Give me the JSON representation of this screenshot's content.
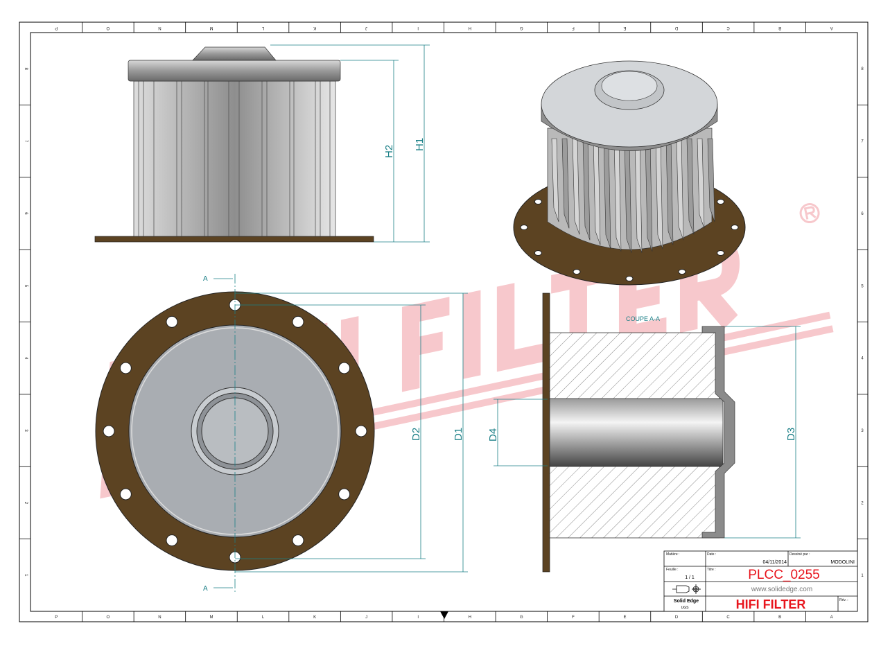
{
  "border": {
    "columns_bottom": [
      "P",
      "O",
      "N",
      "M",
      "L",
      "K",
      "J",
      "I",
      "H",
      "G",
      "F",
      "E",
      "D",
      "C",
      "B",
      "A"
    ],
    "rows_right": [
      "8",
      "7",
      "6",
      "5",
      "4",
      "3",
      "2",
      "1"
    ]
  },
  "dimensions": {
    "h1": "H1",
    "h2": "H2",
    "d1": "D1",
    "d2": "D2",
    "d3": "D3",
    "d4": "D4",
    "section_mark": "A",
    "section_title": "COUPE A-A"
  },
  "watermark": {
    "text": "HIFI FILTER",
    "registered": "®"
  },
  "title_block": {
    "material_label": "Matière :",
    "date_label": "Date :",
    "date_value": "04/11/2014",
    "drawn_by_label": "Dessiné par :",
    "drawn_by_value": "MODOLINI",
    "sheet_label": "Feuille :",
    "sheet_value": "1 / 1",
    "title_label": "Titre :",
    "title_value": "PLCC_0255",
    "website": "www.solidedge.com",
    "software": "Solid Edge",
    "software_sub": "UGS",
    "company": "HIFI FILTER",
    "rev_label": "Rév. :"
  },
  "colors": {
    "brown": "#5c4322",
    "teal": "#1a7f86",
    "red": "#e8141c",
    "watermark": "#f7c8cc"
  }
}
